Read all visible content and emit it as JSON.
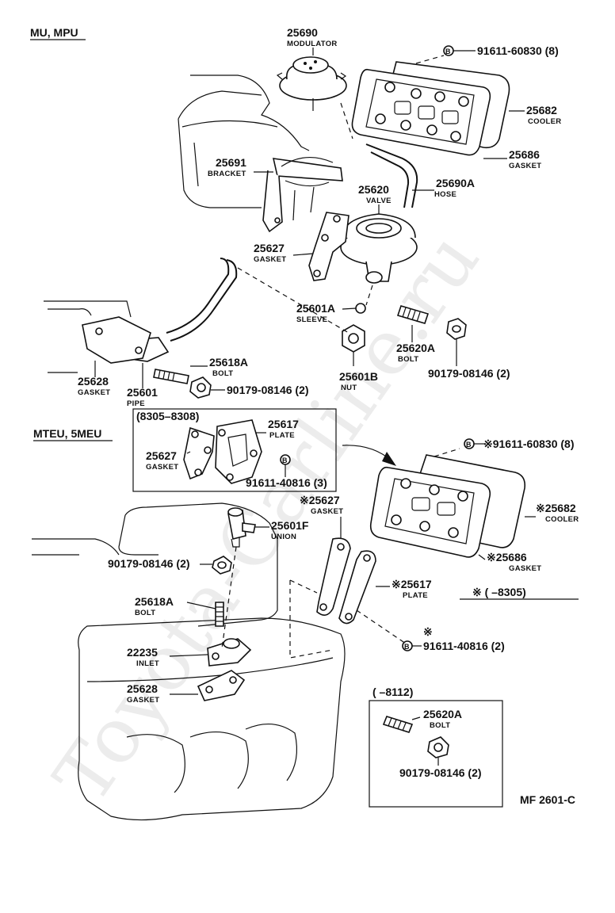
{
  "watermark": "Toyota-Carline.ru",
  "headers": {
    "top": "MU, MPU",
    "mid": "MTEU, 5MEU",
    "range_box": "(8305–8308)",
    "note": "※ (        –8305)",
    "small_box": "(        –8112)",
    "drawing_id": "MF 2601-C"
  },
  "parts": {
    "p25690": {
      "num": "25690",
      "name": "MODULATOR"
    },
    "p91611_60830_top": {
      "num": "91611-60830 (8)"
    },
    "p25682_top": {
      "num": "25682",
      "name": "COOLER"
    },
    "p25686_top": {
      "num": "25686",
      "name": "GASKET"
    },
    "p25691": {
      "num": "25691",
      "name": "BRACKET"
    },
    "p25620": {
      "num": "25620",
      "name": "VALVE"
    },
    "p25690A": {
      "num": "25690A",
      "name": "HOSE"
    },
    "p25627_top": {
      "num": "25627",
      "name": "GASKET"
    },
    "p25601A": {
      "num": "25601A",
      "name": "SLEEVE"
    },
    "p25620A_top": {
      "num": "25620A",
      "name": "BOLT"
    },
    "p90179_top_right": {
      "num": "90179-08146 (2)"
    },
    "p25601B": {
      "num": "25601B",
      "name": "NUT"
    },
    "p25618A_top": {
      "num": "25618A",
      "name": "BOLT"
    },
    "p25628_top": {
      "num": "25628",
      "name": "GASKET"
    },
    "p25601": {
      "num": "25601",
      "name": "PIPE"
    },
    "p90179_top_left": {
      "num": "90179-08146 (2)"
    },
    "p25617_box": {
      "num": "25617",
      "name": "PLATE"
    },
    "p25627_box": {
      "num": "25627",
      "name": "GASKET"
    },
    "p91611_40816_box": {
      "num": "91611-40816 (3)"
    },
    "p91611_60830_mid": {
      "num": "※91611-60830 (8)"
    },
    "p25682_mid": {
      "num": "※25682",
      "name": "COOLER"
    },
    "p25627_mid": {
      "num": "※25627",
      "name": "GASKET"
    },
    "p25601F": {
      "num": "25601F",
      "name": "UNION"
    },
    "p90179_mid": {
      "num": "90179-08146 (2)"
    },
    "p25686_mid": {
      "num": "※25686",
      "name": "GASKET"
    },
    "p25618A_mid": {
      "num": "25618A",
      "name": "BOLT"
    },
    "p25617_mid": {
      "num": "※25617",
      "name": "PLATE"
    },
    "p91611_40816_mid": {
      "num": "91611-40816 (2)",
      "mark": "※"
    },
    "p22235": {
      "num": "22235",
      "name": "INLET"
    },
    "p25628_mid": {
      "num": "25628",
      "name": "GASKET"
    },
    "p25620A_box": {
      "num": "25620A",
      "name": "BOLT"
    },
    "p90179_box": {
      "num": "90179-08146 (2)"
    }
  },
  "markers": {
    "b": "B"
  }
}
